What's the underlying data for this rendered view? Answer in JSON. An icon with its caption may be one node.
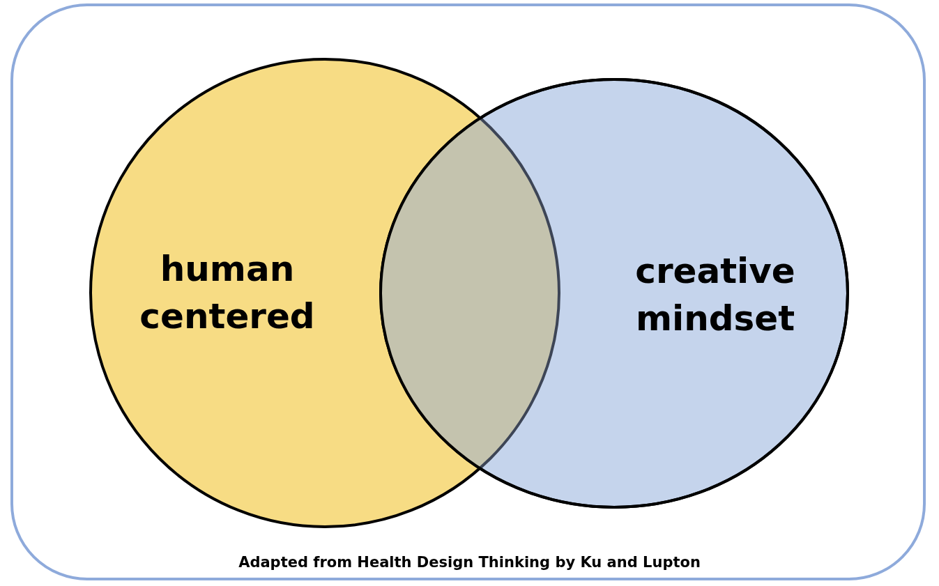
{
  "diagram": {
    "caption": "Adapted from Health Design Thinking by Ku and Lupton",
    "nodes": [
      {
        "text": [
          "human centered"
        ]
      },
      {
        "text": [
          "creative mindset"
        ]
      }
    ],
    "edges": []
  }
}
